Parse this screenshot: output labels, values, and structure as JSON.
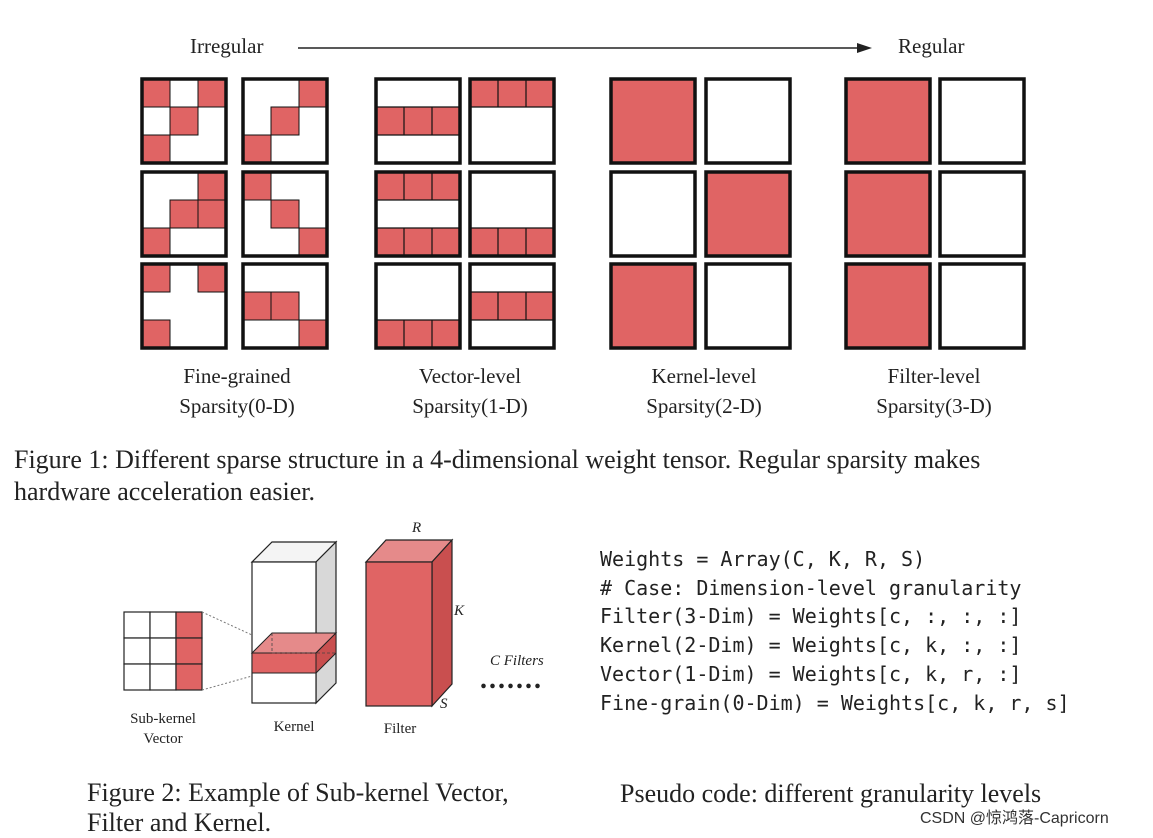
{
  "figure1": {
    "arrow": {
      "left_label": "Irregular",
      "right_label": "Regular"
    },
    "groups": [
      {
        "label_line1": "Fine-grained",
        "label_line2": "Sparsity(0-D)"
      },
      {
        "label_line1": "Vector-level",
        "label_line2": "Sparsity(1-D)"
      },
      {
        "label_line1": "Kernel-level",
        "label_line2": "Sparsity(2-D)"
      },
      {
        "label_line1": "Filter-level",
        "label_line2": "Sparsity(3-D)"
      }
    ],
    "caption_line1": "Figure 1:  Different sparse structure in a 4-dimensional weight tensor.  Regular sparsity makes",
    "caption_line2": "hardware acceleration easier."
  },
  "figure2": {
    "labels": {
      "subkernel_line1": "Sub-kernel",
      "subkernel_line2": "Vector",
      "kernel": "Kernel",
      "filter": "Filter",
      "c_filters": "C Filters",
      "dim_r": "R",
      "dim_k": "K",
      "dim_s": "S",
      "dots": "......."
    },
    "caption_line1": "Figure 2:  Example of Sub-kernel Vector,",
    "caption_line2": "Filter and Kernel.",
    "code_caption": "Pseudo code: different granularity levels"
  },
  "code": {
    "lines": [
      "Weights = Array(C, K, R, S)",
      "",
      "# Case: Dimension-level granularity",
      "Filter(3-Dim) = Weights[c, :, :, :]",
      "Kernel(2-Dim) = Weights[c, k, :, :]",
      "Vector(1-Dim) = Weights[c, k, r, :]",
      "Fine-grain(0-Dim) = Weights[c, k, r, s]"
    ]
  },
  "watermark": "CSDN @惊鸿落-Capricorn",
  "colors": {
    "fill": "#e06464",
    "stroke": "#111111",
    "text": "#222222"
  }
}
